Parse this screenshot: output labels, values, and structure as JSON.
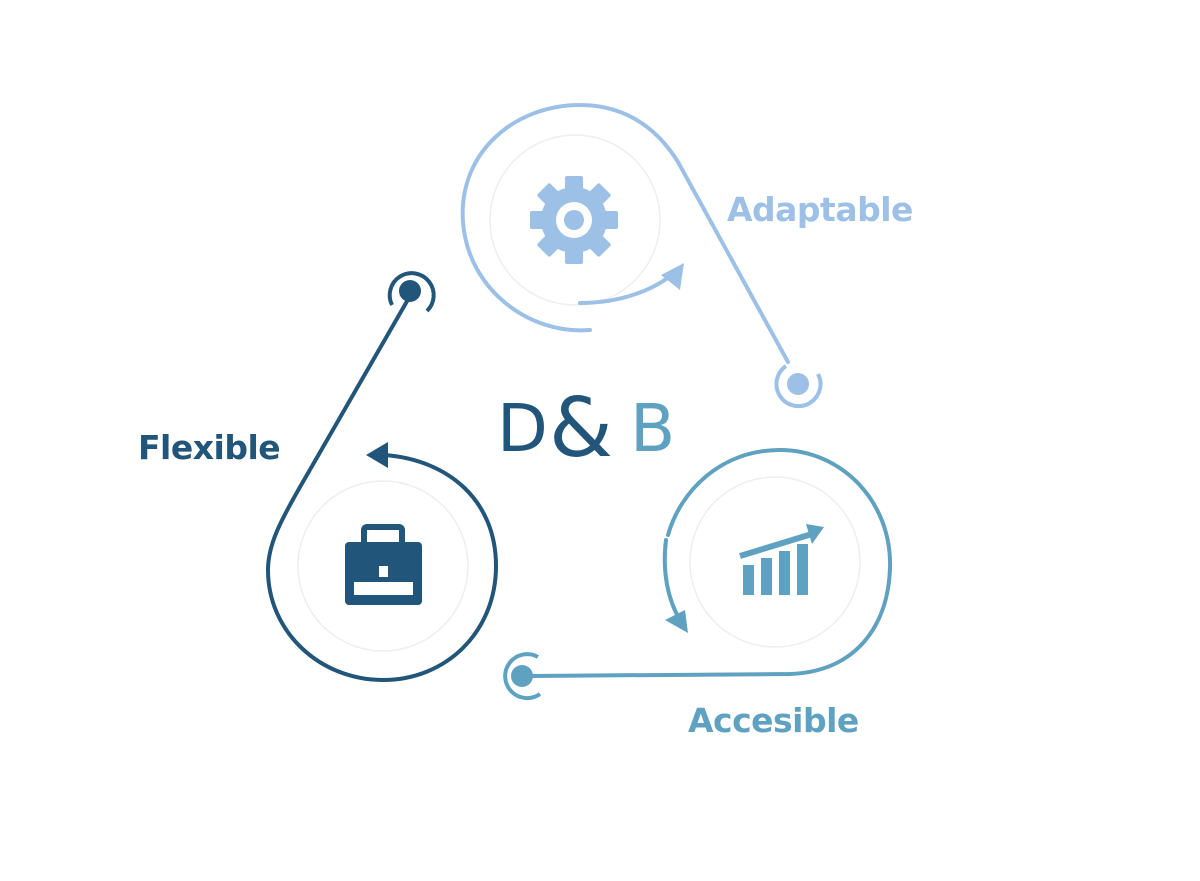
{
  "logo": {
    "letter_left": "D",
    "letter_right": "B",
    "ampersand": "&"
  },
  "nodes": [
    {
      "id": "adaptable",
      "label": "Adaptable",
      "icon": "gear-icon",
      "color": "#9dc0e6"
    },
    {
      "id": "accesible",
      "label": "Accesible",
      "icon": "bar-chart-icon",
      "color": "#5fa1c0"
    },
    {
      "id": "flexible",
      "label": "Flexible",
      "icon": "briefcase-icon",
      "color": "#21567a"
    }
  ],
  "colors": {
    "light_blue": "#9dc0e6",
    "mid_blue": "#5fa1c0",
    "dark_blue": "#21567a",
    "inner_circle": "#eeeeee"
  }
}
